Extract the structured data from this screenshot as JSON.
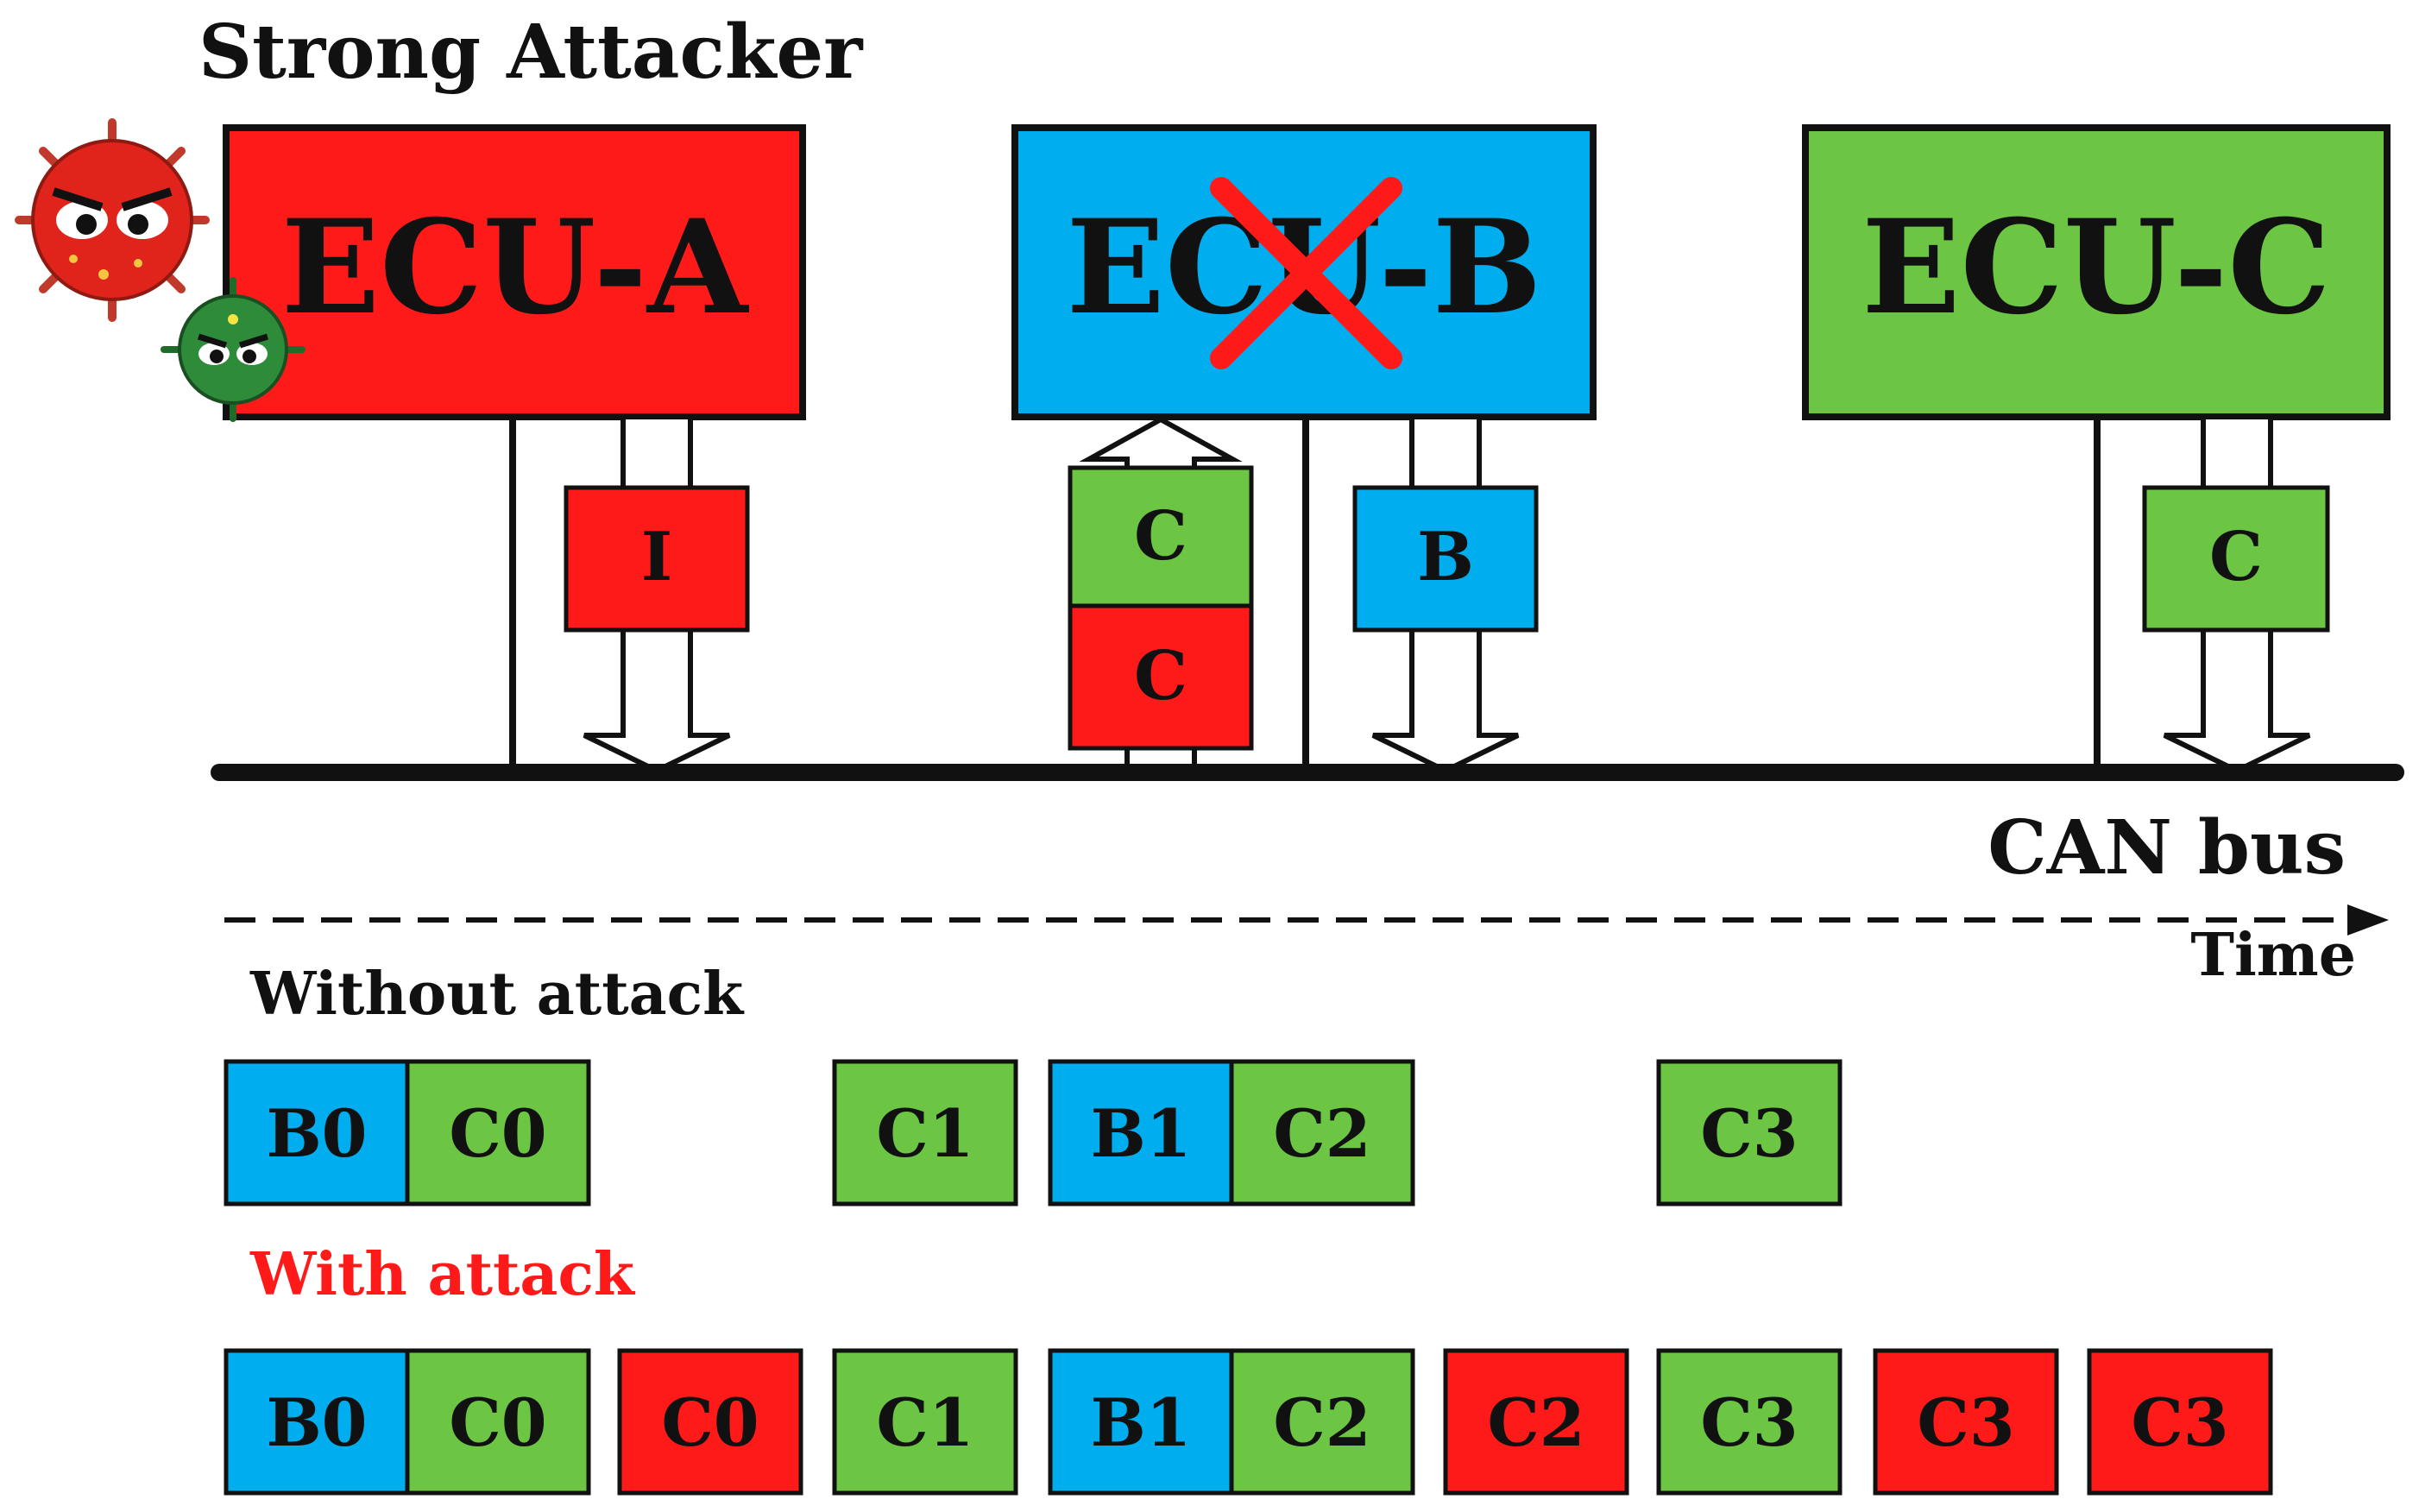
{
  "title": "Strong Attacker",
  "colors": {
    "ecu_a": "#ff1a1a",
    "ecu_b": "#00aeef",
    "ecu_c": "#6cc644",
    "attack": "#ff1a1a",
    "line": "#111111"
  },
  "ecus": [
    {
      "id": "ecu-a",
      "label": "ECU-A",
      "color": "#ff1a1a"
    },
    {
      "id": "ecu-b",
      "label": "ECU-B",
      "color": "#00aeef",
      "disabled": true
    },
    {
      "id": "ecu-c",
      "label": "ECU-C",
      "color": "#6cc644"
    }
  ],
  "frames": {
    "ecu_a_tx": "I",
    "ecu_b_rx_top": "C",
    "ecu_b_rx_bottom": "C",
    "ecu_b_tx": "B",
    "ecu_c_tx": "C"
  },
  "bus_label": "CAN bus",
  "time_label": "Time",
  "icons": [
    "virus-red-icon",
    "virus-green-icon",
    "cross-icon"
  ],
  "timeline_without": {
    "label": "Without attack",
    "frames": [
      {
        "label": "B0",
        "color": "#00aeef"
      },
      {
        "label": "C0",
        "color": "#6cc644"
      },
      {
        "label": "C1",
        "color": "#6cc644"
      },
      {
        "label": "B1",
        "color": "#00aeef"
      },
      {
        "label": "C2",
        "color": "#6cc644"
      },
      {
        "label": "C3",
        "color": "#6cc644"
      }
    ]
  },
  "timeline_with": {
    "label": "With attack",
    "frames": [
      {
        "label": "B0",
        "color": "#00aeef"
      },
      {
        "label": "C0",
        "color": "#6cc644"
      },
      {
        "label": "C0",
        "color": "#ff1a1a"
      },
      {
        "label": "C1",
        "color": "#6cc644"
      },
      {
        "label": "B1",
        "color": "#00aeef"
      },
      {
        "label": "C2",
        "color": "#6cc644"
      },
      {
        "label": "C2",
        "color": "#ff1a1a"
      },
      {
        "label": "C3",
        "color": "#6cc644"
      },
      {
        "label": "C3",
        "color": "#ff1a1a"
      },
      {
        "label": "C3",
        "color": "#ff1a1a"
      }
    ]
  }
}
